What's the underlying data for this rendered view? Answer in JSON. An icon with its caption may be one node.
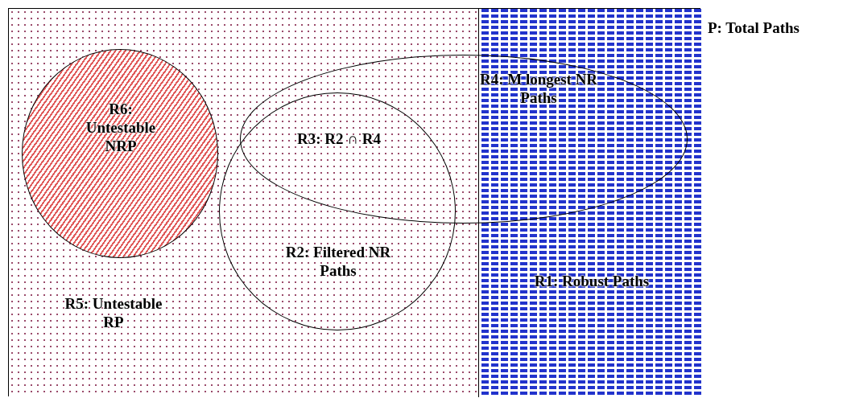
{
  "diagram": {
    "nodes": [
      {
        "text": [
          "P: Total Paths"
        ]
      },
      {
        "text": [
          "R5: Untestable RP"
        ],
        "in": 0
      },
      {
        "text": [
          "R1: Robust Paths"
        ],
        "in": 0
      },
      {
        "text": [
          "R6: Untestable NRP"
        ],
        "in": 1
      },
      {
        "text": [
          "R4: M longest NR Paths"
        ],
        "in": 0
      },
      {
        "text": [
          "R2: Filtered NR Paths"
        ],
        "in": 1
      }
    ],
    "labels": [
      "R3: R2 ∩ R4"
    ]
  }
}
